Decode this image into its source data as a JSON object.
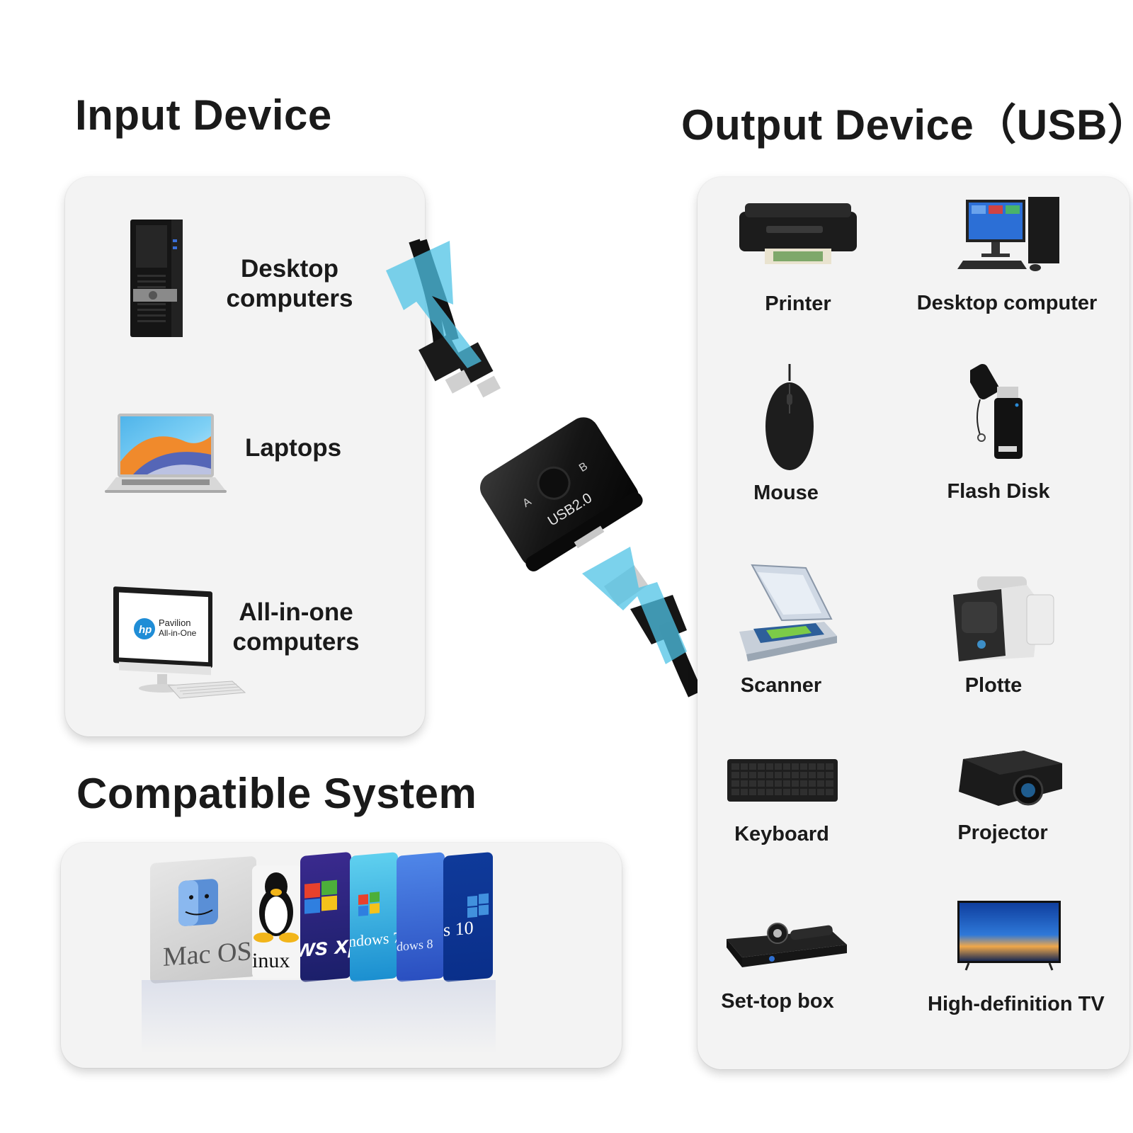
{
  "headings": {
    "input": "Input Device",
    "output": "Output Device（USB）",
    "compatible": "Compatible System"
  },
  "input_devices": [
    {
      "icon": "desktop-tower-icon",
      "label_line1": "Desktop",
      "label_line2": "computers"
    },
    {
      "icon": "laptop-icon",
      "label_line1": "Laptops",
      "label_line2": ""
    },
    {
      "icon": "all-in-one-icon",
      "label_line1": "All-in-one",
      "label_line2": "computers",
      "screen_brand": "hp",
      "screen_text1": "Pavilion",
      "screen_text2": "All-in-One"
    }
  ],
  "switch": {
    "model_label": "USB2.0",
    "port_a": "A",
    "port_b": "B"
  },
  "output_devices": [
    {
      "icon": "printer-icon",
      "label": "Printer"
    },
    {
      "icon": "desktop-computer-icon",
      "label": "Desktop computer"
    },
    {
      "icon": "mouse-icon",
      "label": "Mouse"
    },
    {
      "icon": "flash-disk-icon",
      "label": "Flash Disk"
    },
    {
      "icon": "scanner-icon",
      "label": "Scanner"
    },
    {
      "icon": "plotter-icon",
      "label": "Plotte"
    },
    {
      "icon": "keyboard-icon",
      "label": "Keyboard"
    },
    {
      "icon": "projector-icon",
      "label": "Projector"
    },
    {
      "icon": "set-top-box-icon",
      "label": "Set-top box"
    },
    {
      "icon": "hdtv-icon",
      "label": "High-definition TV"
    }
  ],
  "systems": [
    {
      "icon": "macos-icon",
      "text": "Mac OS"
    },
    {
      "icon": "linux-icon",
      "text": "inux"
    },
    {
      "icon": "windows-xp-icon",
      "text": "ws xp"
    },
    {
      "icon": "windows-7-icon",
      "text": "ndows 7"
    },
    {
      "icon": "windows-8-icon",
      "text": "dows 8"
    },
    {
      "icon": "windows-10-icon",
      "text": "s 10"
    }
  ],
  "colors": {
    "heading": "#1a1a1a",
    "panel": "#f3f3f3",
    "arrow": "#4fc3e6",
    "device_dark": "#1b1b1b"
  }
}
